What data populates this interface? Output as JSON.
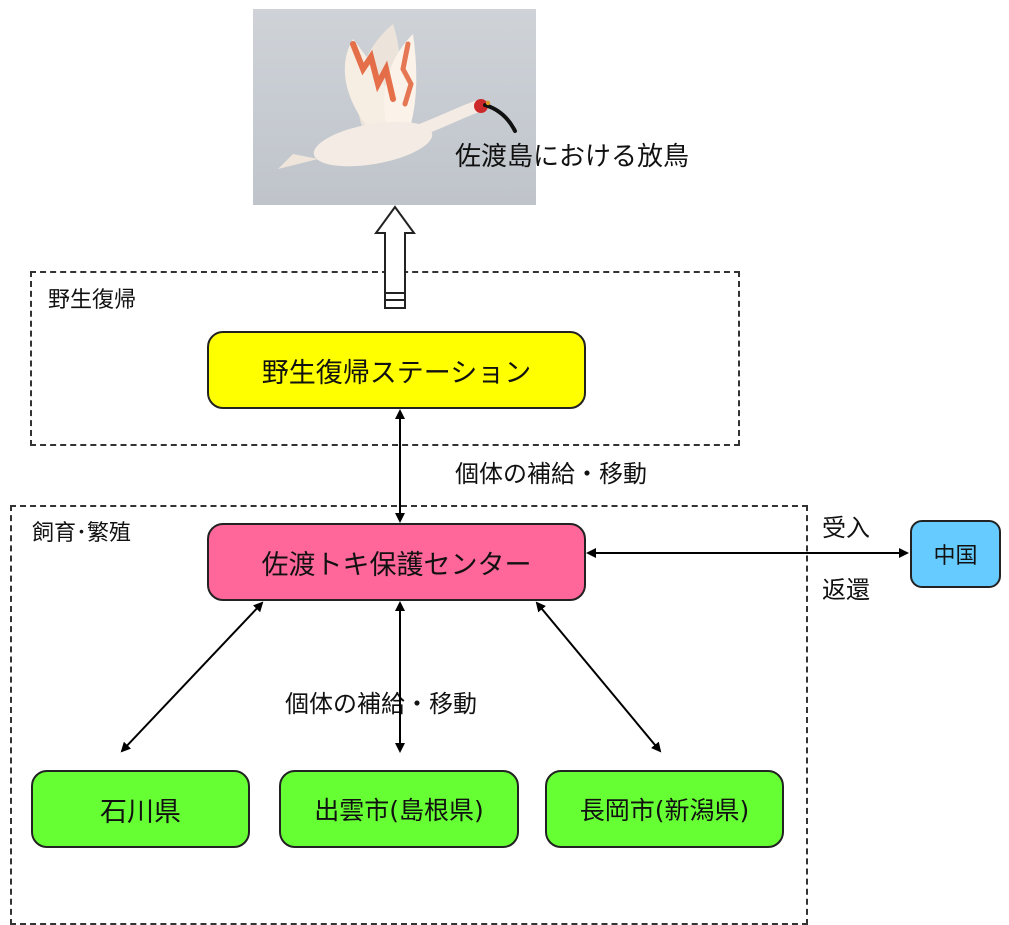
{
  "photo_caption": "佐渡島における放鳥",
  "regions": {
    "wild_return": "野生復帰",
    "breeding": "飼育･繁殖"
  },
  "nodes": {
    "station": "野生復帰ステーション",
    "center": "佐渡トキ保護センター",
    "china": "中国",
    "ishikawa": "石川県",
    "izumo": "出雲市(島根県)",
    "nagaoka": "長岡市(新潟県)"
  },
  "flows": {
    "upper": "個体の補給・移動",
    "lower": "個体の補給・移動",
    "receive": "受入",
    "return": "返還"
  },
  "colors": {
    "station": "#ffff00",
    "center": "#ff6699",
    "china": "#66ccff",
    "branch": "#66ff33"
  }
}
